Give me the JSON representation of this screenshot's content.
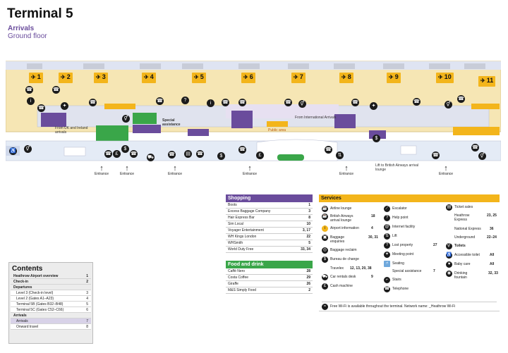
{
  "header": {
    "title": "Terminal 5",
    "subtitle": "Arrivals",
    "floor": "Ground floor"
  },
  "colors": {
    "gate": "#f3b51b",
    "building": "#f6e6b4",
    "concourse": "#e0e3ee",
    "purple": "#6a4c9c",
    "green": "#3aa649",
    "shopping_header": "#6a4c9c",
    "food_header": "#3aa649",
    "services_header": "#f3b51b"
  },
  "gates": [
    {
      "num": "1",
      "icon": "plane-icon"
    },
    {
      "num": "2",
      "icon": "plane-icon"
    },
    {
      "num": "3",
      "icon": "plane-icon"
    },
    {
      "num": "4",
      "icon": "plane-icon"
    },
    {
      "num": "5",
      "icon": "plane-icon"
    },
    {
      "num": "6",
      "icon": "plane-icon"
    },
    {
      "num": "7",
      "icon": "plane-icon"
    },
    {
      "num": "8",
      "icon": "plane-icon"
    },
    {
      "num": "9",
      "icon": "plane-icon"
    },
    {
      "num": "10",
      "icon": "plane-icon"
    },
    {
      "num": "11",
      "icon": "plane-icon"
    }
  ],
  "map_labels": {
    "uk_ireland": "From UK and Ireland arrivals",
    "international": "From International Arrivals",
    "special_assistance": "Special assistance",
    "public_area": "Public area",
    "lift_ba": "Lift to British Airways arrival lounge",
    "entrance": "Entrance"
  },
  "entrances": [
    "Entrance",
    "Entrance",
    "Entrance",
    "Entrance",
    "Entrance",
    "Entrance"
  ],
  "shopping": {
    "title": "Shopping",
    "items": [
      {
        "name": "Boots",
        "ref": "1"
      },
      {
        "name": "Excess Baggage Company",
        "ref": "3"
      },
      {
        "name": "Hair Express Bar",
        "ref": "8"
      },
      {
        "name": "Sim Local",
        "ref": "10"
      },
      {
        "name": "Voyager Entertainment",
        "ref": "3, 17"
      },
      {
        "name": "WH Kings London",
        "ref": "22"
      },
      {
        "name": "WHSmith",
        "ref": "5"
      },
      {
        "name": "World Duty Free",
        "ref": "33, 34"
      }
    ]
  },
  "food": {
    "title": "Food and drink",
    "items": [
      {
        "name": "Caffè Nero",
        "ref": "28"
      },
      {
        "name": "Costa Coffee",
        "ref": "29"
      },
      {
        "name": "Giraffe",
        "ref": "26"
      },
      {
        "name": "M&S Simply Food",
        "ref": "2"
      }
    ]
  },
  "services": {
    "title": "Services",
    "col1": [
      {
        "icon": "lounge-icon",
        "label": "Airline lounge",
        "ref": ""
      },
      {
        "icon": "lounge-icon",
        "label": "British Airways arrival lounge",
        "ref": "18"
      },
      {
        "icon": "info-icon",
        "label": "Airport information",
        "ref": "4"
      },
      {
        "icon": "baggage-icon",
        "label": "Baggage enquiries",
        "ref": "30, 31"
      },
      {
        "icon": "reclaim-icon",
        "label": "Baggage reclaim",
        "ref": ""
      },
      {
        "icon": "exchange-icon",
        "label": "Bureau de change",
        "ref": ""
      },
      {
        "icon": "",
        "label": "Travelex",
        "ref": "12, 13, 20, 38"
      },
      {
        "icon": "car-icon",
        "label": "Car rentals desk",
        "ref": "9"
      },
      {
        "icon": "cash-icon",
        "label": "Cash machine",
        "ref": ""
      }
    ],
    "col2": [
      {
        "icon": "escalator-icon",
        "label": "Escalator",
        "ref": ""
      },
      {
        "icon": "help-icon",
        "label": "Help point",
        "ref": ""
      },
      {
        "icon": "internet-icon",
        "label": "Internet facility",
        "ref": ""
      },
      {
        "icon": "lift-icon",
        "label": "Lift",
        "ref": ""
      },
      {
        "icon": "lost-property-icon",
        "label": "Lost property",
        "ref": "27"
      },
      {
        "icon": "meeting-icon",
        "label": "Meeting point",
        "ref": ""
      },
      {
        "icon": "seating-icon",
        "label": "Seating",
        "ref": ""
      },
      {
        "icon": "",
        "label": "Special assistance",
        "ref": "7"
      },
      {
        "icon": "stairs-icon",
        "label": "Stairs",
        "ref": ""
      },
      {
        "icon": "telephone-icon",
        "label": "Telephone",
        "ref": ""
      }
    ],
    "col3": [
      {
        "icon": "ticket-icon",
        "label": "Ticket sales",
        "ref": ""
      },
      {
        "icon": "",
        "label": "Heathrow Express",
        "ref": "23, 25"
      },
      {
        "icon": "",
        "label": "National Express",
        "ref": "36"
      },
      {
        "icon": "",
        "label": "Underground",
        "ref": "22–24"
      },
      {
        "icon": "toilets-icon",
        "label": "Toilets",
        "ref": ""
      },
      {
        "icon": "accessible-icon",
        "label": "Accessible toilet",
        "ref": "All"
      },
      {
        "icon": "baby-icon",
        "label": "Baby care",
        "ref": "All"
      },
      {
        "icon": "water-icon",
        "label": "Drinking fountain",
        "ref": "32, 33"
      }
    ],
    "wifi": "Free Wi-Fi is available throughout the terminal. Network name: _Heathrow Wi-Fi"
  },
  "contents": {
    "title": "Contents",
    "rows": [
      {
        "label": "Heathrow Airport overview",
        "page": "1",
        "style": "bold"
      },
      {
        "label": "Check-in",
        "page": "2",
        "style": "bold"
      },
      {
        "label": "Departures",
        "page": "",
        "style": "bold"
      },
      {
        "label": "Level 3 (Check-in level)",
        "page": "3",
        "style": "sub"
      },
      {
        "label": "Level 2 (Gates A1–A23)",
        "page": "4",
        "style": "sub"
      },
      {
        "label": "Terminal 5B (Gates B32–B48)",
        "page": "5",
        "style": "sub"
      },
      {
        "label": "Terminal 5C (Gates C52–C66)",
        "page": "6",
        "style": "sub"
      },
      {
        "label": "Arrivals",
        "page": "",
        "style": "bold"
      },
      {
        "label": "Arrivals",
        "page": "7",
        "style": "active"
      },
      {
        "label": "Onward travel",
        "page": "8",
        "style": "sub"
      }
    ]
  }
}
